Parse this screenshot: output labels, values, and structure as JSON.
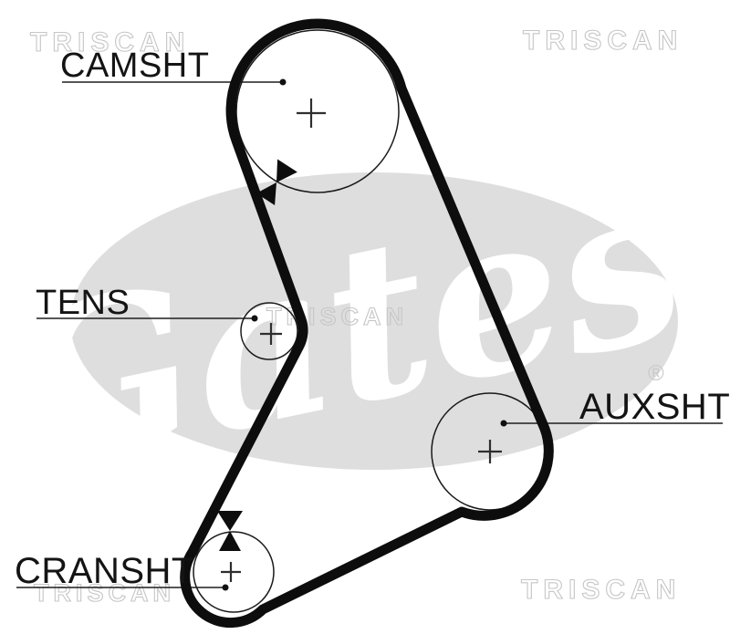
{
  "diagram": {
    "labels": {
      "camshaft": "CAMSHT",
      "tensioner": "TENS",
      "crankshaft": "CRANSHT",
      "auxiliary": "AUXSHT"
    },
    "watermarks": {
      "triscan": "TRISCAN",
      "brand": "Gates",
      "registered": "®"
    },
    "colors": {
      "belt": "#0d0d0d",
      "label_text": "#141414",
      "watermark_ellipse": "#dedede",
      "watermark_outline": "#c6c6c6",
      "background": "#ffffff"
    }
  }
}
